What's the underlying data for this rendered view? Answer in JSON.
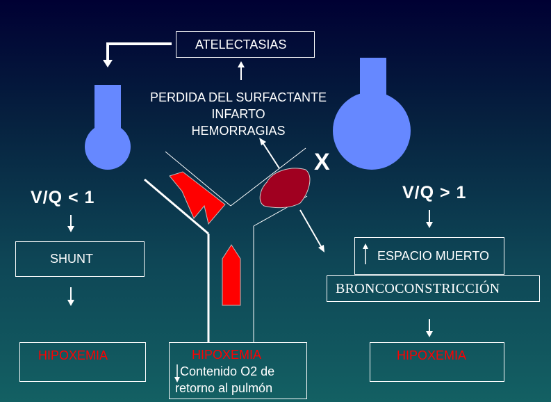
{
  "atelectasias": "ATELECTASIAS",
  "causes": [
    "PERDIDA DEL SURFACTANTE",
    "INFARTO",
    "HEMORRAGIAS"
  ],
  "x_mark": "X",
  "left": {
    "ratio": "V/Q < 1",
    "shunt": "SHUNT",
    "result": "HIPOXEMIA"
  },
  "right": {
    "ratio": "V/Q > 1",
    "dead_space": "ESPACIO MUERTO",
    "bronco": "BRONCOCONSTRICCIÓN",
    "result": "HIPOXEMIA"
  },
  "center": {
    "result": "HIPOXEMIA",
    "line1": "Contenido O2 de",
    "line2": "retorno al pulmón"
  },
  "colors": {
    "alveolus": "#6688ff",
    "arrow_red": "#ff0000",
    "clot": "#a00020",
    "hypoxemia_text": "#ff0000"
  }
}
